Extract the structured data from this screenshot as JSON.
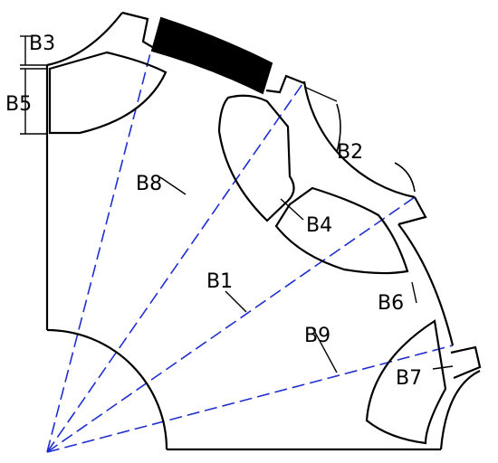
{
  "labels": {
    "b1": "B1",
    "b2": "B2",
    "b3": "B3",
    "b4": "B4",
    "b5": "B5",
    "b6": "B6",
    "b7": "B7",
    "b8": "B8",
    "b9": "B9"
  },
  "colors": {
    "outline": "#000000",
    "dashed_lines": "#1f2fd0",
    "magnet_fill": "#000000",
    "background": "#ffffff"
  }
}
